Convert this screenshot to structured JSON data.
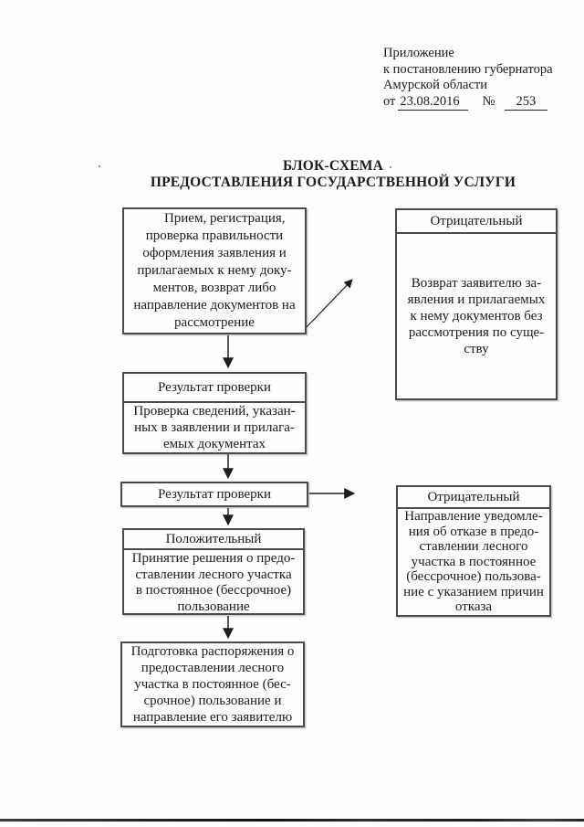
{
  "colors": {
    "ink": "#1b1b1b",
    "border": "#4b4b4b",
    "background": "#fefefe"
  },
  "annotation": {
    "lines": [
      "Приложение",
      "к постановлению губернатора",
      "Амурской области"
    ],
    "from_label": "от",
    "date": "23.08.2016",
    "number_label": "№",
    "number": "253"
  },
  "title": [
    "БЛОК-СХЕМА",
    "ПРЕДОСТАВЛЕНИЯ ГОСУДАРСТВЕННОЙ УСЛУГИ"
  ],
  "flowchart": {
    "intake": {
      "body": [
        "   Прием, регистрация,",
        "проверка правильности",
        "оформления заявления и",
        "прилагаемых к нему доку-",
        "ментов, возврат либо",
        "направление документов на",
        "рассмотрение"
      ]
    },
    "negative_return": {
      "header": "Отрицательный",
      "body": [
        "Возврат заявителю за-",
        "явления и прилагаемых",
        "к нему документов без",
        "рассмотрения по суще-",
        "ству"
      ]
    },
    "check_result": {
      "header": "Результат проверки",
      "body": [
        "Проверка сведений, указан-",
        "ных в заявлении и прилага-",
        "емых документах"
      ]
    },
    "check_result_2": {
      "header": "Результат проверки"
    },
    "negative_refusal": {
      "header": "Отрицательный",
      "body": [
        "Направление уведомле-",
        "ния об отказе в предо-",
        "ставлении лесного",
        "участка в постоянное",
        "(бессрочное) пользова-",
        "ние с указанием причин",
        "отказа"
      ]
    },
    "positive_decision": {
      "header": "Положительный",
      "body": [
        "Принятие решения о предо-",
        "ставлении лесного участка",
        "в постоянное (бессрочное)",
        "пользование"
      ]
    },
    "order_preparation": {
      "body": [
        "Подготовка распоряжения о",
        "предоставлении лесного",
        "участка в постоянное (бес-",
        "срочное) пользование и",
        "направление его заявителю"
      ]
    }
  }
}
